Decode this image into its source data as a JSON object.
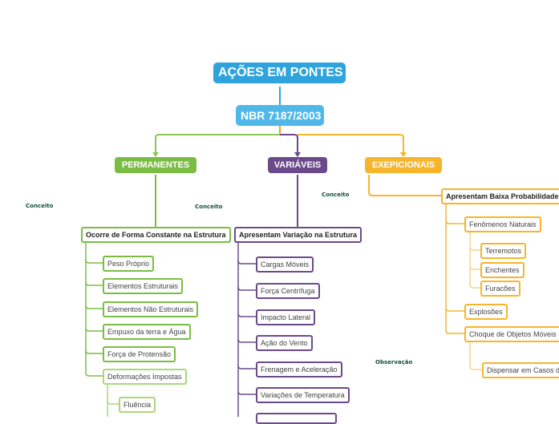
{
  "root": {
    "title": "AÇÕES EM PONTES"
  },
  "standard": {
    "title": "NBR 7187/2003"
  },
  "colors": {
    "root": "#2ea3dc",
    "standard": "#4fb8e8",
    "permanentes": "#7bbd43",
    "variaveis": "#6b4a8c",
    "excepcionais": "#f7b52b",
    "label_text": "#134f3a"
  },
  "labels": {
    "concept_left": "Conceito",
    "concept_mid": "Conceito",
    "concept_right": "Conceito",
    "observation": "Observação"
  },
  "permanentes": {
    "title": "PERMANENTES",
    "definition": "Ocorre de Forma Constante na Estrutura",
    "items": [
      "Peso Próprio",
      "Elementos Estruturais",
      "Elementos Não Estruturais",
      "Empuxo da terra e Água",
      "Força de Protensão",
      "Deformações Impostas"
    ],
    "deformacoes_children": [
      "Fluência"
    ]
  },
  "variaveis": {
    "title": "VARIÁVEIS",
    "definition": "Apresentam Variação na Estrutura",
    "items": [
      "Cargas Móveis",
      "Força Centrífuga",
      "Impacto Lateral",
      "Ação do Vento",
      "Frenagem e Aceleração",
      "Variações de Temperatura",
      ""
    ]
  },
  "excepcionais": {
    "title": "EXEPICIONAIS",
    "definition": "Apresentam Baixa Probabilidade",
    "items": [
      "Fenômenos Naturais",
      "Explosões",
      "Choque de Objetos Móveis"
    ],
    "fenomenos_children": [
      "Terremotos",
      "Enchentes",
      "Furacões"
    ],
    "choque_children": [
      "Dispensar em Casos d"
    ]
  }
}
